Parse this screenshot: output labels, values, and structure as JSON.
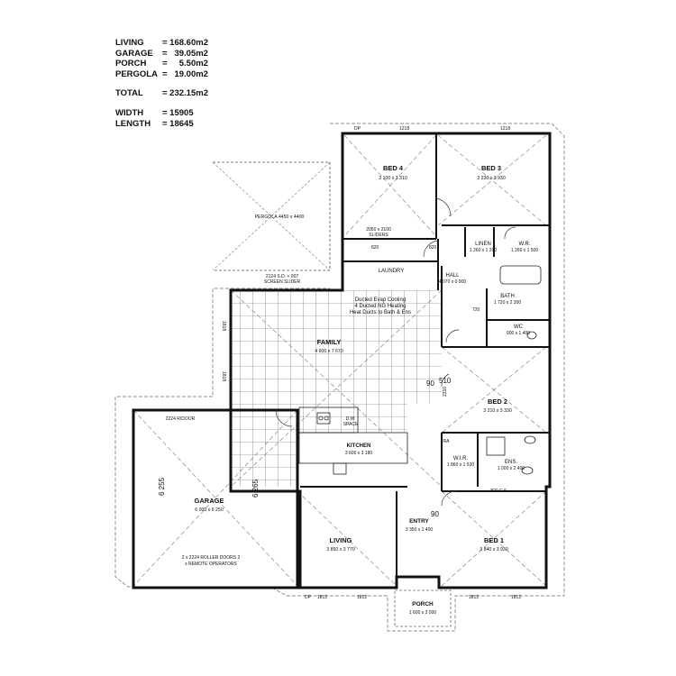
{
  "summary": {
    "living": {
      "label": "LIVING",
      "value": "= 168.60m2"
    },
    "garage": {
      "label": "GARAGE",
      "value": "=   39.05m2"
    },
    "porch": {
      "label": "PORCH",
      "value": "=     5.50m2"
    },
    "pergola": {
      "label": "PERGOLA",
      "value": "=   19.00m2"
    },
    "total": {
      "label": "TOTAL",
      "value": "= 232.15m2"
    },
    "width": {
      "label": "WIDTH",
      "value": "= 15905"
    },
    "length": {
      "label": "LENGTH",
      "value": "= 18645"
    }
  },
  "rooms": {
    "bed4": {
      "name": "BED 4",
      "dims": "3 100 x 3 310"
    },
    "bed3": {
      "name": "BED 3",
      "dims": "3 230 x 3 930"
    },
    "pergola": {
      "name": "PERGOLA 4450 x 4400"
    },
    "family": {
      "name": "FAMILY",
      "dims": "4 600 x 7 670"
    },
    "bed2": {
      "name": "BED 2",
      "dims": "3 210 x 3 330"
    },
    "kitchen": {
      "name": "KITCHEN",
      "dims": "3 600 x 3 180"
    },
    "garage": {
      "name": "GARAGE",
      "dims": "6 000 x 6 250"
    },
    "living": {
      "name": "LIVING",
      "dims": "3 850 x 3 770"
    },
    "entry": {
      "name": "ENTRY",
      "dims": "3 350 x 1 400"
    },
    "bed1": {
      "name": "BED 1",
      "dims": "3 840 x 3 930"
    },
    "porch": {
      "name": "PORCH",
      "dims": "1 600 x 2 000"
    },
    "laundry": {
      "name": "LAUNDRY"
    },
    "bath": {
      "name": "BATH",
      "dims": "1 720 x 2 300"
    },
    "wc": {
      "name": "WC",
      "dims": "900 x 1 400"
    },
    "wir": {
      "name": "W.I.R.",
      "dims": "1 860 x 1 530"
    },
    "ens": {
      "name": "ENS.",
      "dims": "1 000 x 2 400"
    },
    "hall": {
      "name": "HALL",
      "dims": "4 070 x 0 900"
    },
    "linen": {
      "name": "LINEN",
      "dims": "1 260 x 1 200"
    },
    "wir3": {
      "name": "W.R.",
      "dims": "1 260 x 1 500"
    }
  },
  "notes": {
    "heating1": "Ducted Evap Cooling",
    "heating2": "4 Ducted NG Heating",
    "heating3": "Heat Ducts to Bath & Ens",
    "sliders": "2050 x 2100",
    "sliders2": "SLIDERS",
    "screen1": "2124 S.D. + 007",
    "screen2": "SCREEN SLIDER",
    "garage_door": "2224 R/DOOR",
    "roller1": "2 x 2224 ROLLER DOORS 2",
    "roller2": "x REMOTE OPERATORS",
    "dw": "D.W.",
    "dw2": "SPACE",
    "cs": "820 C.S.",
    "ra": "RA"
  },
  "dimensions": {
    "dp": "DP",
    "d1218": "1218",
    "d820": "820",
    "d720": "720",
    "d1812": "1812",
    "d1818": "1818",
    "d2310": "2310",
    "d510": "510",
    "d90": "90",
    "d6255": "6 255",
    "d6265": "6 265"
  }
}
